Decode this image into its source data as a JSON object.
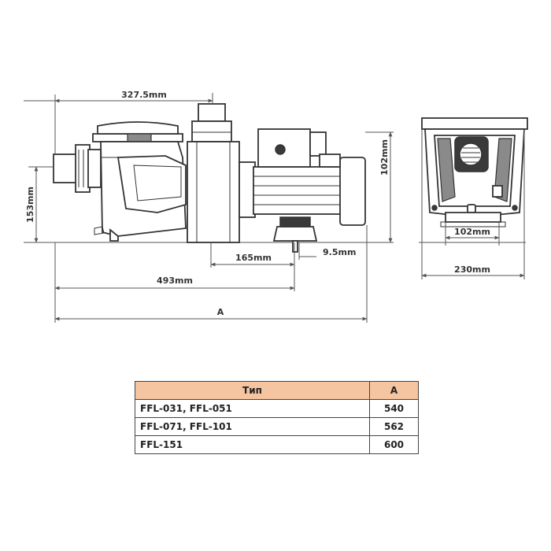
{
  "dimensions": {
    "overall_length": "327.5mm",
    "height_left": "153mm",
    "height_right": "102mm",
    "foot_spacing": "165mm",
    "foot_offset": "9.5mm",
    "total_width": "493mm",
    "length_variable": "A",
    "front_inlet_width": "102mm",
    "front_total_width": "230mm"
  },
  "table": {
    "headers": [
      "Тип",
      "A"
    ],
    "rows": [
      {
        "type": "FFL-031, FFL-051",
        "a": "540"
      },
      {
        "type": "FFL-071, FFL-101",
        "a": "562"
      },
      {
        "type": "FFL-151",
        "a": "600"
      }
    ]
  },
  "colors": {
    "header_fill": "#f5c4a0",
    "line": "#333333"
  }
}
